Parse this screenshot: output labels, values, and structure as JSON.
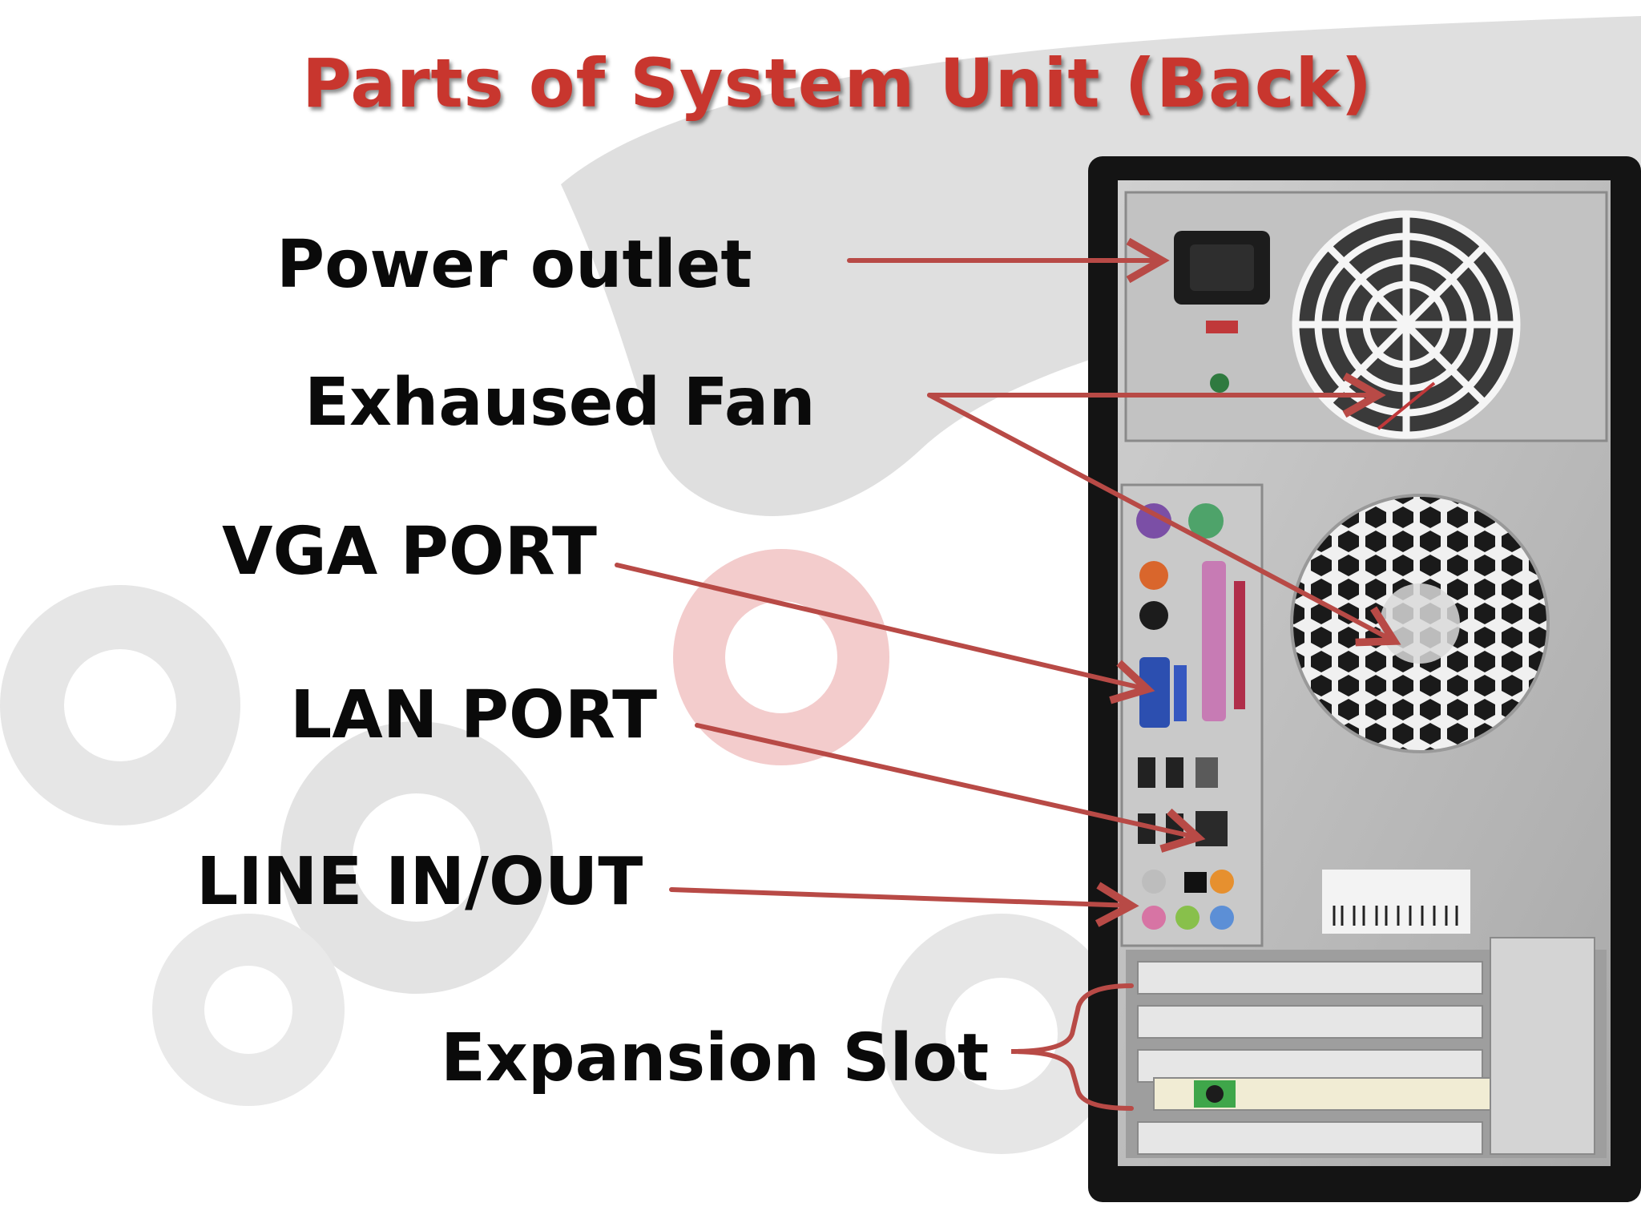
{
  "title": "Parts of System Unit (Back)",
  "colors": {
    "title": "#c8362e",
    "arrow": "#b84a46",
    "label": "#0a0a0a",
    "case_frame": "#141414",
    "panel": "#b9b9b9",
    "gear_gray": "#e3e3e3",
    "gear_red": "#f3cccc"
  },
  "labels": {
    "power_outlet": "Power outlet",
    "exhaust_fan": "Exhaused Fan",
    "vga_port": "VGA PORT",
    "lan_port": "LAN PORT",
    "line_in_out": "LINE IN/OUT",
    "expansion_slot": "Expansion Slot"
  }
}
